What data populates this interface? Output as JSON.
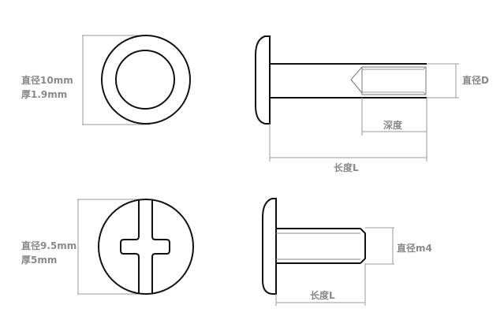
{
  "colors": {
    "stroke": "#111111",
    "dimension": "#9a9a9a",
    "label": "#8a8a8a"
  },
  "top_left": {
    "diameter_label": "直径10mm",
    "thickness_label": "厚1.9mm"
  },
  "top_right": {
    "diameter_label": "直径D",
    "depth_label": "深度",
    "length_label": "长度L"
  },
  "bottom_left": {
    "diameter_label": "直径9.5mm",
    "thickness_label": "厚5mm"
  },
  "bottom_right": {
    "diameter_label": "直径m4",
    "length_label": "长度L"
  }
}
